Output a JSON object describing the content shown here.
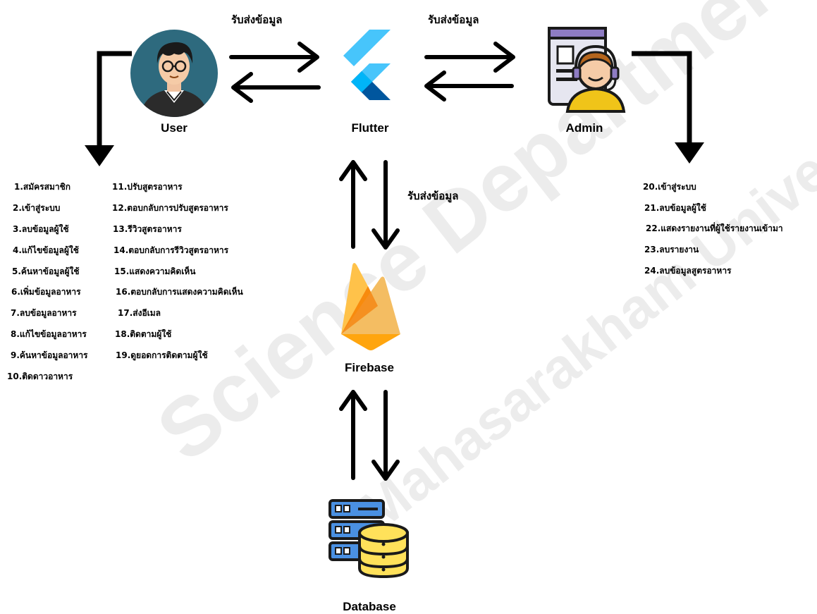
{
  "nodes": {
    "user": "User",
    "flutter": "Flutter",
    "admin": "Admin",
    "firebase": "Firebase",
    "database": "Database"
  },
  "edge_labels": {
    "user_flutter": "รับส่งข้อมูล",
    "flutter_admin": "รับส่งข้อมูล",
    "flutter_firebase": "รับส่งข้อมูล"
  },
  "user_features_col1": [
    "1.สมัครสมาชิก",
    "2.เข้าสู่ระบบ",
    "3.ลบข้อมูลผู้ใช้",
    "4.แก้ไขข้อมูลผู้ใช้",
    "5.ค้นหาข้อมูลผู้ใช้",
    "6.เพิ่มข้อมูลอาหาร",
    "7.ลบข้อมูลอาหาร",
    "8.แก้ไขข้อมูลอาหาร",
    "9.ค้นหาข้อมูลอาหาร",
    "10.ติดดาวอาหาร"
  ],
  "user_features_col2": [
    "11.ปรับสูตรอาหาร",
    "12.ตอบกลับการปรับสูตรอาหาร",
    "13.รีวิวสูตรอาหาร",
    "14.ตอบกลับการรีวิวสูตรอาหาร",
    "15.แสดงความคิดเห็น",
    "16.ตอบกลับการแสดงความคิดเห็น",
    "17.ส่งอีเมล",
    "18.ติดตามผู้ใช้",
    "19.ดูยอดการติดตามผู้ใช้"
  ],
  "admin_features": [
    "20.เข้าสู่ระบบ",
    "21.ลบข้อมูลผู้ใช้",
    "22.แสดงรายงานที่ผู้ใช้รายงานเข้ามา",
    "23.ลบรายงาน",
    "24.ลบข้อมูลสูตรอาหาร"
  ],
  "watermark": {
    "line1": "Science Department",
    "line2": "Mahasarakham University"
  },
  "colors": {
    "flutter_light": "#47C5FB",
    "flutter_dark": "#00569E",
    "firebase_orange": "#FFA000",
    "firebase_yellow": "#FFCA28",
    "user_bg": "#2E6A7E",
    "db_blue": "#4A90E2",
    "db_yellow": "#FFE15A"
  }
}
